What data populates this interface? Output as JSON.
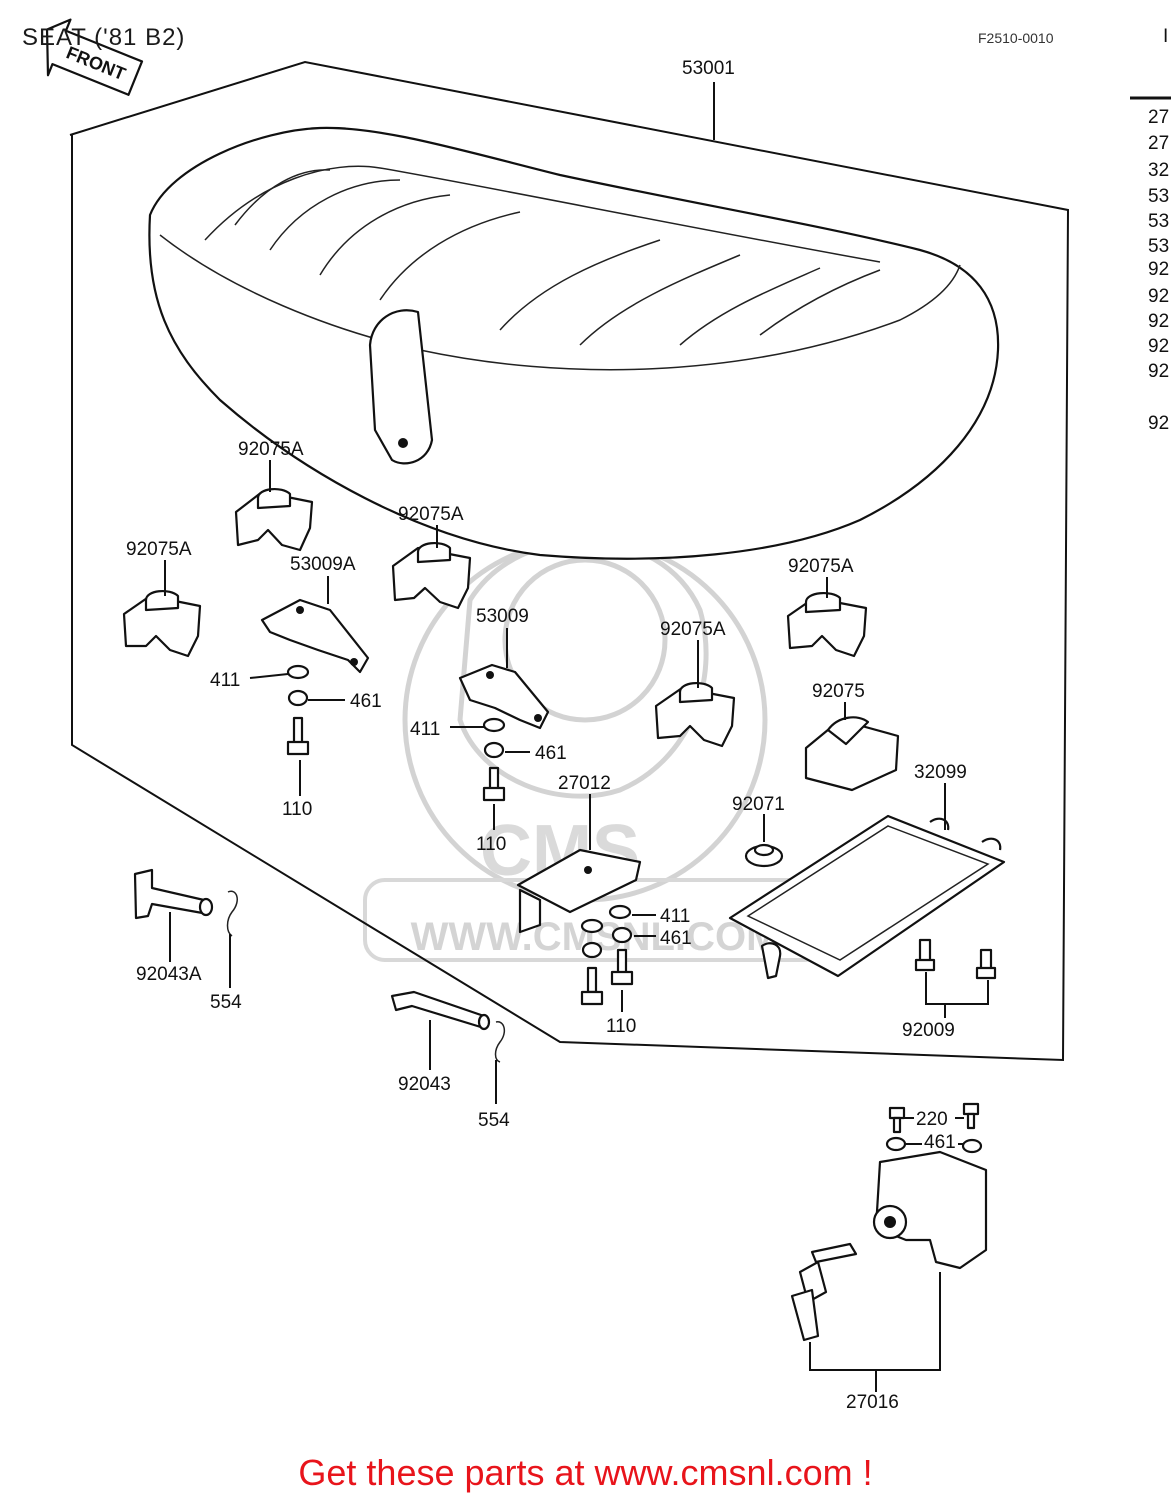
{
  "header": {
    "title": "SEAT ('81 B2)",
    "figure_ref": "F2510-0010",
    "front_arrow": "FRONT"
  },
  "side_column": {
    "header_mark": "I",
    "items": [
      "27",
      "27",
      "32",
      "53",
      "53",
      "53",
      "92",
      "92",
      "92",
      "92",
      "92",
      "92"
    ]
  },
  "callouts": {
    "seat_assy": "53001",
    "damper_1": "92075A",
    "damper_2": "92075A",
    "damper_3": "92075A",
    "damper_4": "92075A",
    "damper_5": "92075A",
    "damper_plain": "92075",
    "bracket_a": "53009A",
    "bracket": "53009",
    "washer_1": "411",
    "nut_1": "461",
    "bolt_1": "110",
    "washer_2": "411",
    "nut_2": "461",
    "bolt_2": "110",
    "plate": "27012",
    "washer_3": "411",
    "nut_3": "461",
    "bolt_3": "110",
    "grommet": "92071",
    "tray": "32099",
    "screws": "92009",
    "pin_a": "92043A",
    "clip_a": "554",
    "pin": "92043",
    "clip": "554",
    "lock_screw": "220",
    "lock_nut": "461",
    "lock_assy": "27016"
  },
  "watermark": {
    "brand": "CMS",
    "url": "WWW.CMSNL.COM"
  },
  "footer": {
    "text": "Get these parts at www.cmsnl.com !",
    "color": "#e8141b"
  }
}
